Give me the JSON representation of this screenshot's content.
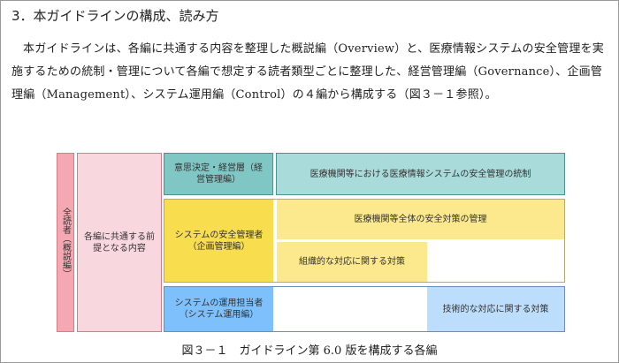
{
  "heading": "3．本ガイドラインの構成、読み方",
  "paragraph": "本ガイドラインは、各編に共通する内容を整理した概説編（Overview）と、医療情報システムの安全管理を実施するための統制・管理について各編で想定する読者類型ごとに整理した、経営管理編（Governance）、企画管理編（Management）、システム運用編（Control）の４編から構成する（図３－１参照）。",
  "figure": {
    "all_readers": "全読者（概説編）",
    "common": "各編に共通する前提となる内容",
    "governance_reader": "意思決定・経営層（経営管理編）",
    "governance_content": "医療機関等における医療情報システムの安全管理の統制",
    "management_reader": "システムの安全管理者（企画管理編）",
    "management_content": "医療機関等全体の安全対策の管理",
    "organizational": "組織的な対応に関する対策",
    "control_reader": "システムの運用担当者（システム運用編）",
    "technical": "技術的な対応に関する対策",
    "caption": "図３－１　ガイドライン第 6.0 版を構成する各編"
  }
}
